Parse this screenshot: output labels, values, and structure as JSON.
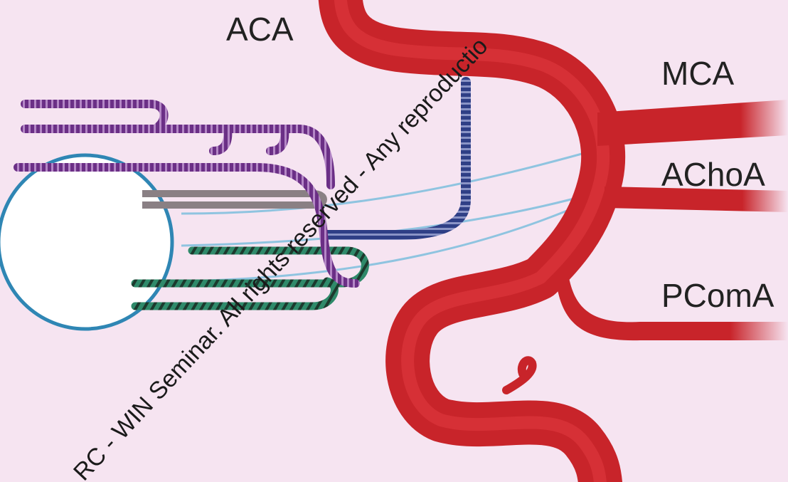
{
  "labels": {
    "aca": "ACA",
    "mca": "MCA",
    "achoa": "AChoA",
    "pcoma": "PComA"
  },
  "watermark": "RC - WIN Seminar. All rights reserved - Any reproductio",
  "colors": {
    "background": "#f6e4f1",
    "artery": "#c8242a",
    "artery_light": "#e23a3f",
    "purple_nerve": "#6b2f86",
    "blue_nerve": "#2f3f86",
    "green_nerve": "#2f8a6a",
    "gray_nerve": "#8a8084",
    "light_blue_line": "#8fc4e0",
    "globe_outline": "#2f86b4"
  },
  "icons": {
    "globe": "eye-globe-icon"
  }
}
